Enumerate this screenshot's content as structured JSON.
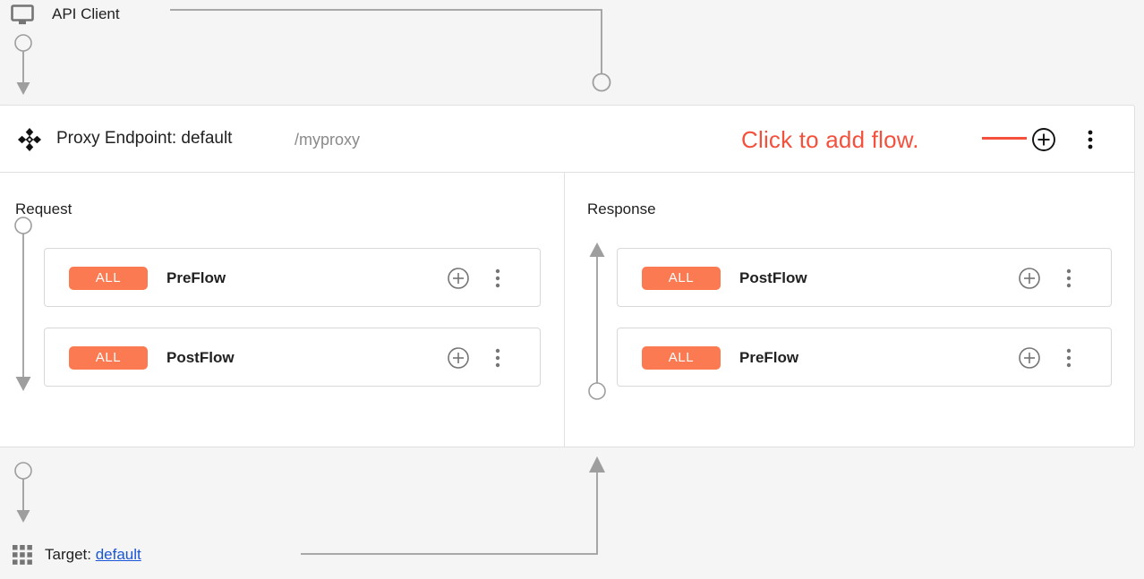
{
  "page": {
    "background_color": "#f5f5f5",
    "panel_color": "#ffffff"
  },
  "client": {
    "icon": "monitor-icon",
    "label": "API Client"
  },
  "proxy_endpoint": {
    "move_icon": "move-handle-icon",
    "title": "Proxy Endpoint: default",
    "basepath": "/myproxy",
    "add_flow_icon": "plus-circle-icon",
    "menu_icon": "more-vertical-icon"
  },
  "annotation": {
    "text": "Click to add flow.",
    "color": "#f4503c",
    "points_to": "add-flow-button"
  },
  "columns": [
    {
      "key": "request",
      "title": "Request",
      "direction": "down",
      "flows": [
        {
          "badge": "ALL",
          "name": "PreFlow",
          "add_icon": "plus-circle-icon",
          "menu_icon": "more-vertical-icon"
        },
        {
          "badge": "ALL",
          "name": "PostFlow",
          "add_icon": "plus-circle-icon",
          "menu_icon": "more-vertical-icon"
        }
      ]
    },
    {
      "key": "response",
      "title": "Response",
      "direction": "up",
      "flows": [
        {
          "badge": "ALL",
          "name": "PostFlow",
          "add_icon": "plus-circle-icon",
          "menu_icon": "more-vertical-icon"
        },
        {
          "badge": "ALL",
          "name": "PreFlow",
          "add_icon": "plus-circle-icon",
          "menu_icon": "more-vertical-icon"
        }
      ]
    }
  ],
  "target": {
    "icon": "grid-dots-icon",
    "label_prefix": "Target: ",
    "link_label": "default",
    "link_color": "#1a56d6"
  },
  "badge_color": "#fb7a52",
  "connector_color": "#9e9e9e"
}
